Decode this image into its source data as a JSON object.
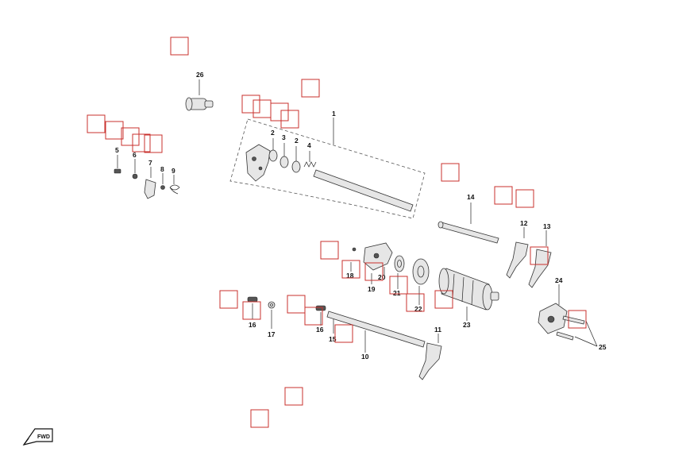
{
  "diagram": {
    "callouts": [
      {
        "label": "1"
      },
      {
        "label": "2"
      },
      {
        "label": "3"
      },
      {
        "label": "2"
      },
      {
        "label": "4"
      },
      {
        "label": "5"
      },
      {
        "label": "6"
      },
      {
        "label": "7"
      },
      {
        "label": "8"
      },
      {
        "label": "9"
      },
      {
        "label": "10"
      },
      {
        "label": "11"
      },
      {
        "label": "12"
      },
      {
        "label": "13"
      },
      {
        "label": "14"
      },
      {
        "label": "15"
      },
      {
        "label": "16"
      },
      {
        "label": "16"
      },
      {
        "label": "17"
      },
      {
        "label": "18"
      },
      {
        "label": "19"
      },
      {
        "label": "20"
      },
      {
        "label": "21"
      },
      {
        "label": "22"
      },
      {
        "label": "23"
      },
      {
        "label": "24"
      },
      {
        "label": "25"
      },
      {
        "label": "26"
      }
    ],
    "hotspot_count": 30,
    "orientation_badge": "FWD",
    "accent_color": "#c9302c"
  }
}
